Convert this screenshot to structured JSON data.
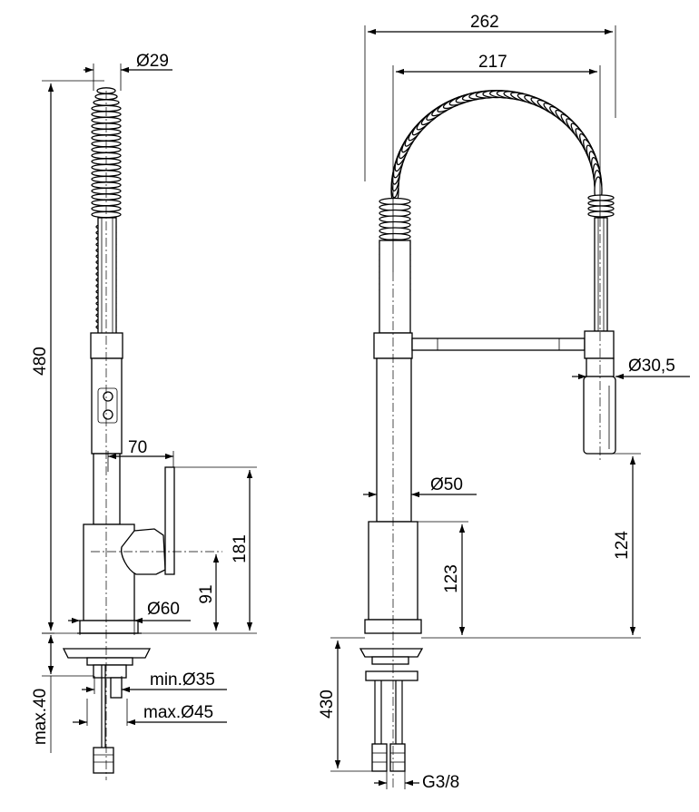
{
  "dimensions": {
    "left_view": {
      "top_diameter": "Ø29",
      "total_height": "480",
      "handle_reach": "70",
      "lever_height": "181",
      "body_height": "91",
      "base_diameter": "Ø60",
      "min_hole": "min.Ø35",
      "max_hole": "max.Ø45",
      "max_thickness": "max.40"
    },
    "right_view": {
      "overall_width": "262",
      "spring_width": "217",
      "spray_diameter": "Ø30,5",
      "body_diameter": "Ø50",
      "spray_height": "124",
      "body_height": "123",
      "hose_length": "430",
      "connection": "G3/8"
    }
  }
}
